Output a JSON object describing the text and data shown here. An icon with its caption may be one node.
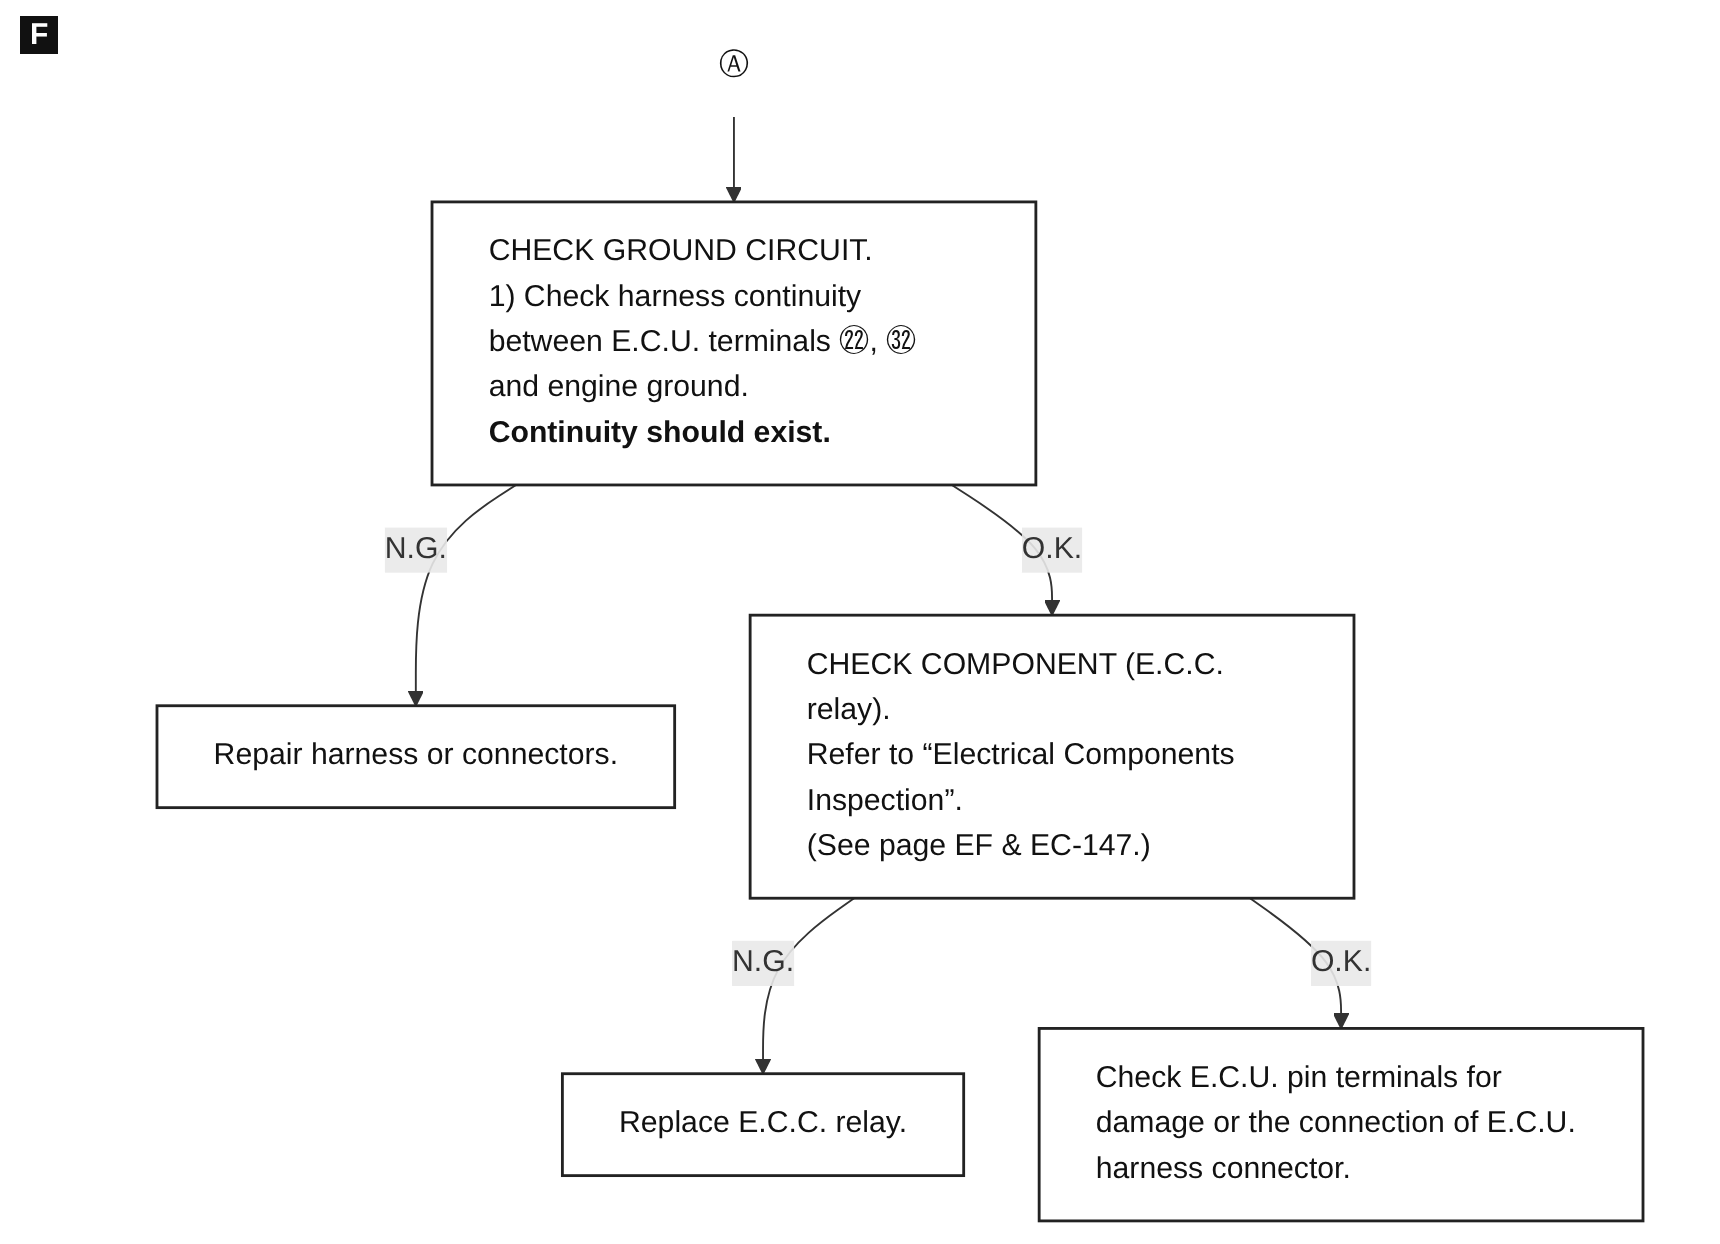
{
  "diagram": {
    "nodes": [
      {
        "text": [
          "Ⓐ"
        ]
      },
      {
        "text": [
          "CHECK GROUND CIRCUIT.",
          "1) Check harness continuity between E.C.U. terminals ㉒, ㉜ and engine ground.",
          "Continuity should exist."
        ]
      },
      {
        "text": [
          "Repair harness or connectors."
        ]
      },
      {
        "text": [
          "CHECK COMPONENT (E.C.C. relay).",
          "Refer to “Electrical Components Inspection”.",
          "(See page EF & EC-147.)"
        ]
      },
      {
        "text": [
          "Replace E.C.C. relay."
        ]
      },
      {
        "text": [
          "Check E.C.U. pin terminals for damage or the connection of E.C.U. harness connector."
        ]
      }
    ],
    "edges": [
      {
        "from": 0,
        "to": 1,
        "arrow": "to"
      },
      {
        "from": 1,
        "to": 2,
        "arrow": "to",
        "label": "N.G."
      },
      {
        "from": 1,
        "to": 3,
        "arrow": "to",
        "label": "O.K."
      },
      {
        "from": 3,
        "to": 4,
        "arrow": "to",
        "label": "N.G."
      },
      {
        "from": 3,
        "to": 5,
        "arrow": "to",
        "label": "O.K."
      }
    ],
    "labels": [
      "F"
    ]
  }
}
